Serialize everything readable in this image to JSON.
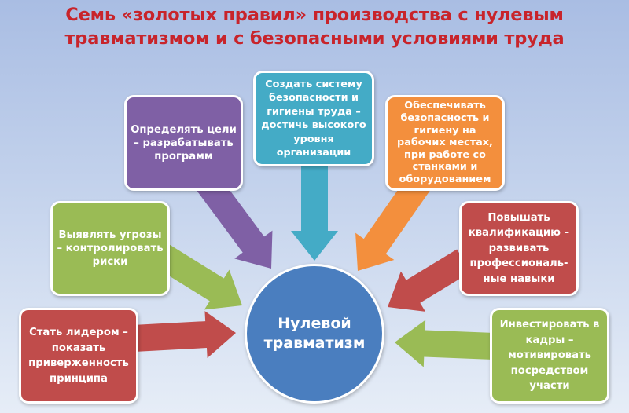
{
  "title": {
    "line1": "Семь «золотых правил» производства с нулевым",
    "line2": "травматизмом и с безопасными условиями труда"
  },
  "center": {
    "label": "Нулевой\nтравматизм",
    "color": "#4a7ebf"
  },
  "rules": [
    {
      "id": "goals",
      "text": "Определять цели\n– разрабатывать\nпрограмм",
      "color": "#7f60a5"
    },
    {
      "id": "system",
      "text": "Создать систему\nбезопасности и\nгигиены труда –\nдостичь высокого\nуровня\nорганизации",
      "color": "#44abc6"
    },
    {
      "id": "workplaces",
      "text": "Обеспечивать\nбезопасность и\nгигиену на\nрабочих местах,\nпри работе со\nстанками и\nоборудованием",
      "color": "#f38f3d"
    },
    {
      "id": "threats",
      "text": "Выявлять угрозы\n– контролировать\nриски",
      "color": "#9abb55"
    },
    {
      "id": "qualification",
      "text": "Повышать\nквалификацию –\nразвивать\nпрофессиональ-\nные навыки",
      "color": "#c04c4b"
    },
    {
      "id": "leader",
      "text": "Стать лидером –\nпоказать\nприверженность\nпринципа",
      "color": "#c04c4b"
    },
    {
      "id": "invest",
      "text": "Инвестировать в\nкадры –\nмотивировать\nпосредством\nучасти",
      "color": "#9abb55"
    }
  ]
}
